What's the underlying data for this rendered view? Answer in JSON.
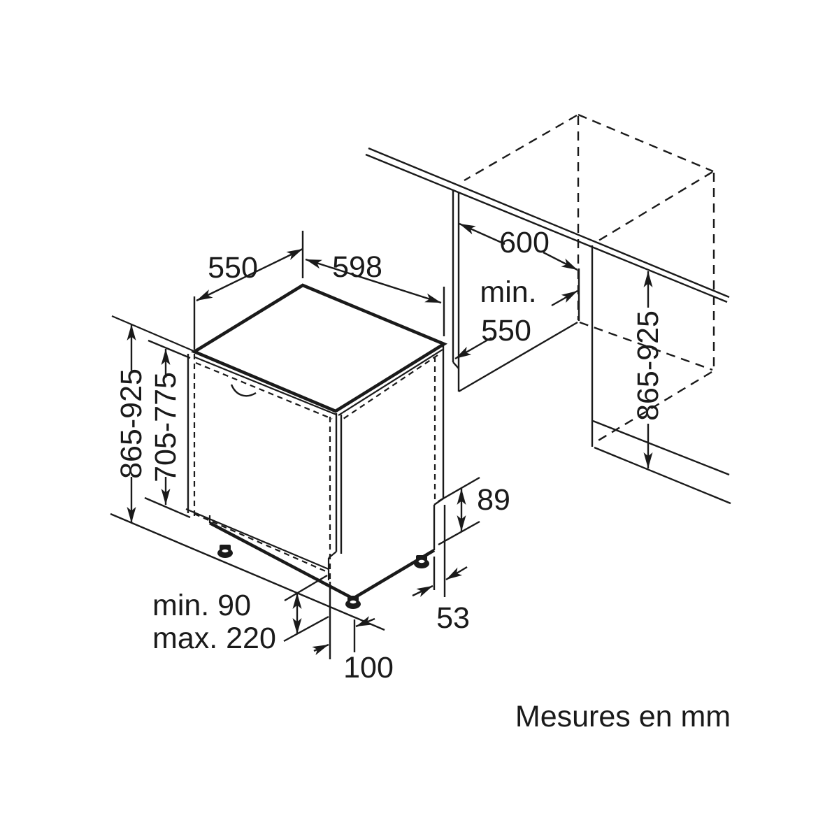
{
  "colors": {
    "ink": "#1a1a1a",
    "background": "#ffffff"
  },
  "caption": "Mesures en mm",
  "dimensions": {
    "top_depth": "550",
    "top_width": "598",
    "niche_depth": "600",
    "niche_min_width_line1": "min.",
    "niche_min_width_line2": "550",
    "appliance_height": "865-925",
    "door_panel_height": "705-775",
    "niche_height": "865-925",
    "rear_step_height": "89",
    "rear_step_depth": "53",
    "plinth_height_min": "min. 90",
    "plinth_height_max": "max. 220",
    "foot_recess": "100"
  }
}
